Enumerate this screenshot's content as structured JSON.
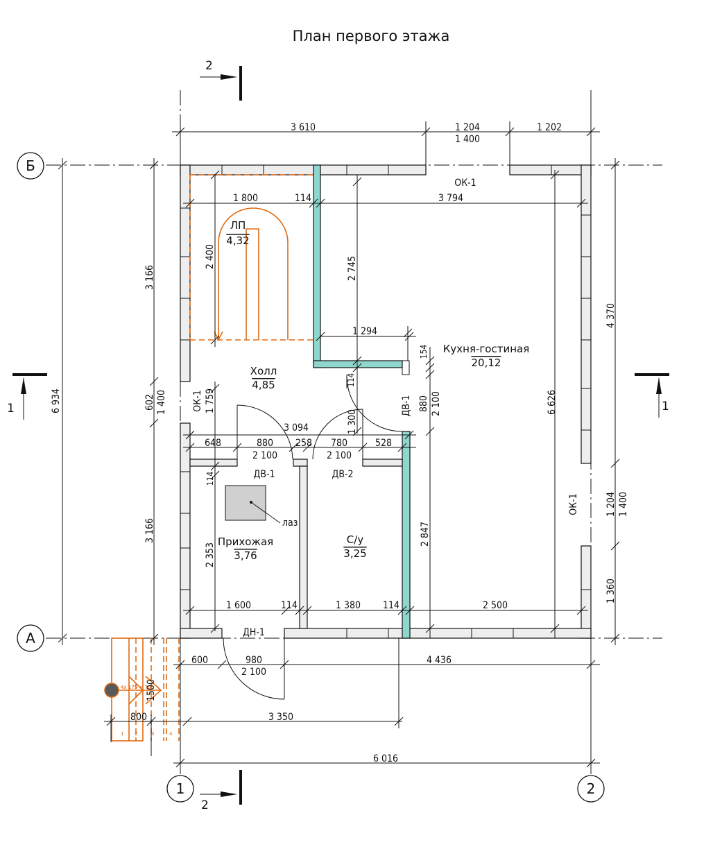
{
  "title": "План первого этажа",
  "axes": {
    "b": "Б",
    "a": "А",
    "one": "1",
    "two": "2"
  },
  "sections": {
    "top": "2",
    "bottom": "2",
    "left": "1",
    "right": "1"
  },
  "rooms": [
    {
      "name": "ЛП",
      "area": "4,32"
    },
    {
      "name": "Холл",
      "area": "4,85"
    },
    {
      "name": "Кухня-гостиная",
      "area": "20,12"
    },
    {
      "name": "Прихожая",
      "area": "3,76"
    },
    {
      "name": "С/у",
      "area": "3,25"
    }
  ],
  "marks": {
    "window_top": "ОК-1",
    "window_left": "ОК-1",
    "window_right": "ОК-1",
    "door_hall": "ДВ-1",
    "door_dv1": "ДВ-1",
    "door_dv2": "ДВ-2",
    "door_entry": "ДН-1",
    "hatch": "лаз",
    "stairs_note": "4x 175 = 700",
    "stair_steps": [
      "1",
      "2",
      "3",
      "4"
    ]
  },
  "dims": {
    "top_3610": "3 610",
    "top_1204": "1 204",
    "top_1400": "1 400",
    "top_1202": "1 202",
    "d1800": "1 800",
    "d114a": "114",
    "d3794": "3 794",
    "d2400": "2 400",
    "d2745": "2 745",
    "d1294": "1 294",
    "d154": "154",
    "d114b": "114",
    "d880v": "880",
    "d2100v": "2 100",
    "d6626": "6 626",
    "d4370": "4 370",
    "d3166a": "3 166",
    "d602": "602",
    "d1400l": "1 400",
    "d6934": "6 934",
    "d1759": "1 759",
    "d1300": "1 300",
    "d3094": "3 094",
    "d648": "648",
    "d880": "880",
    "d258": "258",
    "d780": "780",
    "d528": "528",
    "d2100a": "2 100",
    "d2100b": "2 100",
    "d114c": "114",
    "d2353": "2 353",
    "d2847": "2 847",
    "d3166b": "3 166",
    "d1204r": "1 204",
    "d1400r": "1 400",
    "d1360": "1 360",
    "d1600": "1 600",
    "d114d": "114",
    "d1380": "1 380",
    "d114e": "114",
    "d2500": "2 500",
    "d600": "600",
    "d980": "980",
    "d2100c": "2 100",
    "d4436": "4 436",
    "d1500": "1500",
    "d800": "800",
    "d3350": "3 350",
    "d6016": "6 016"
  }
}
